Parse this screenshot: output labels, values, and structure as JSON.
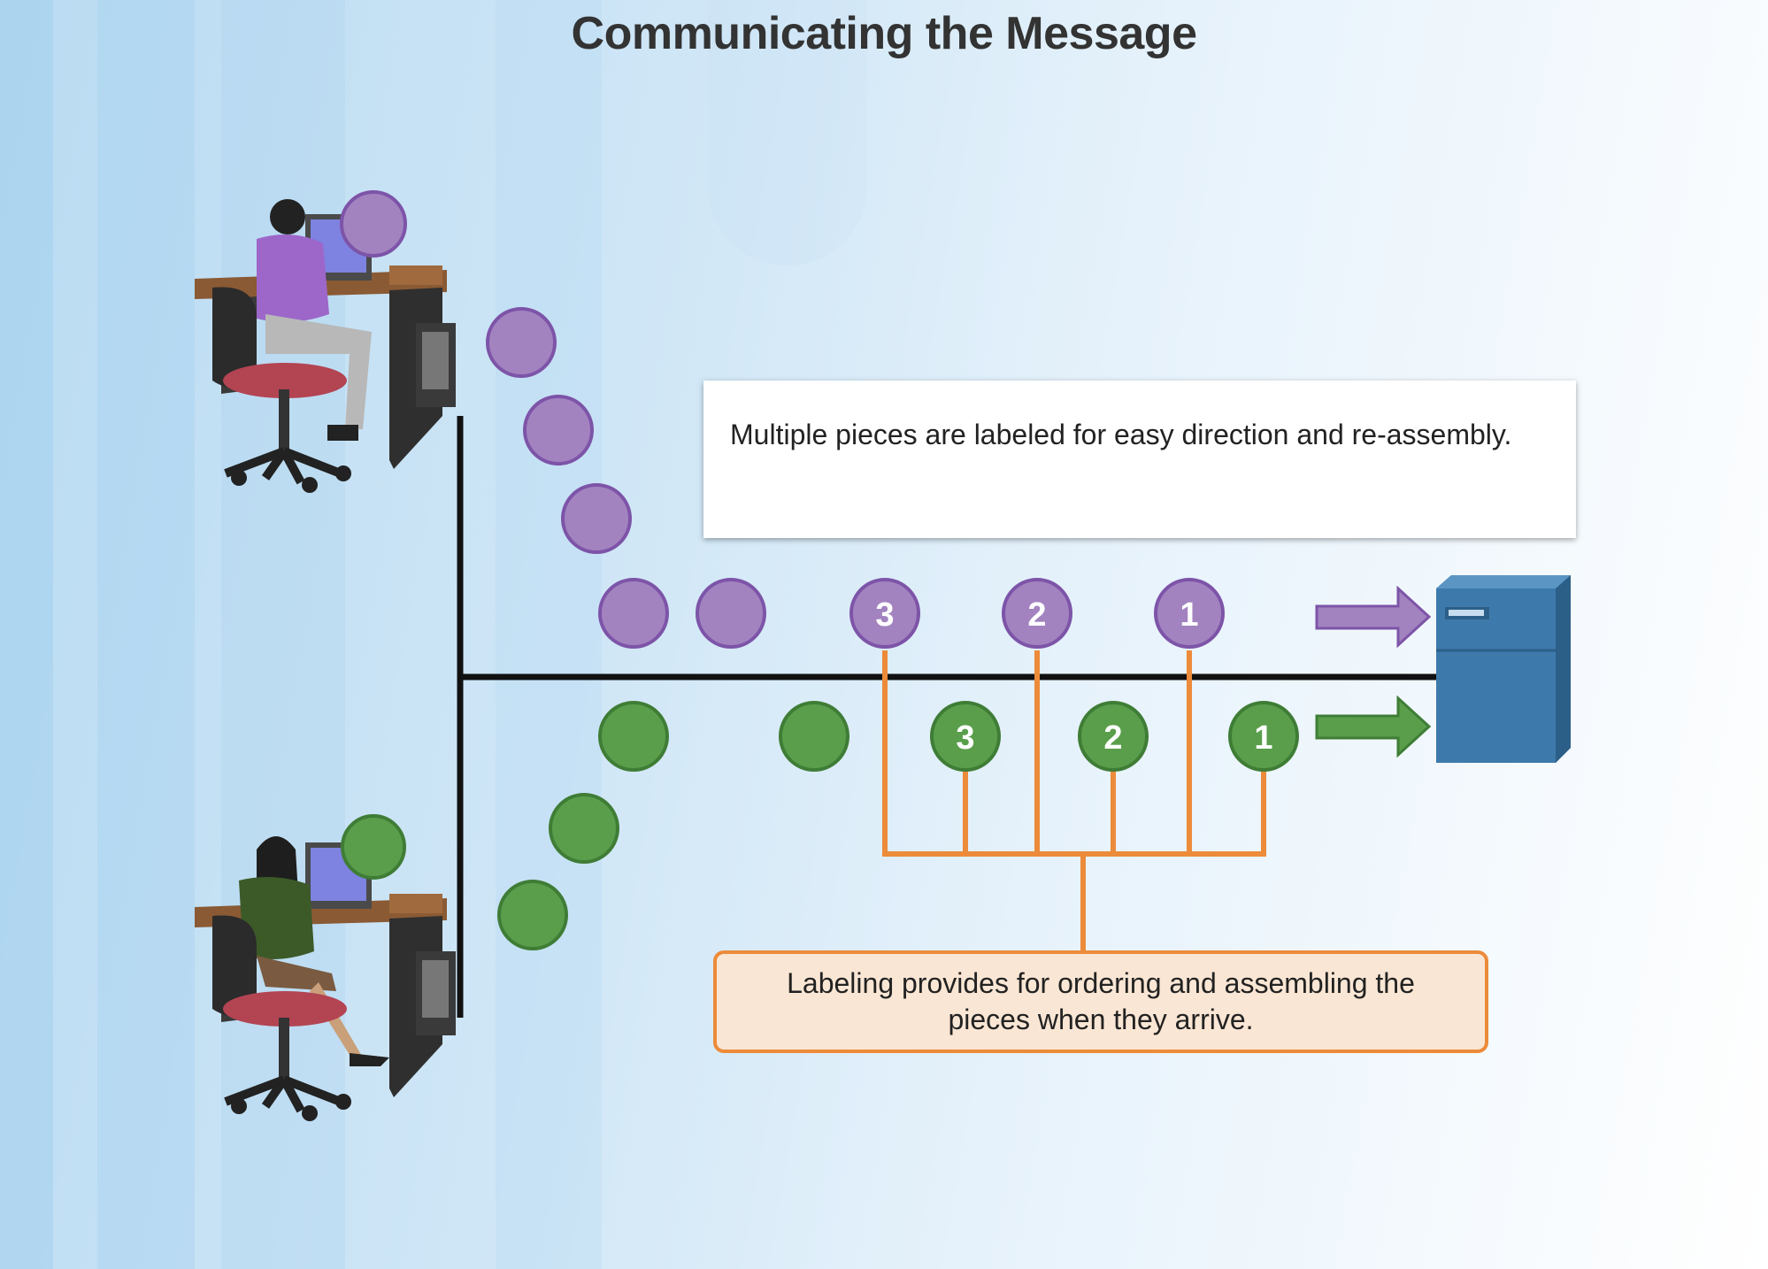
{
  "title": "Communicating the Message",
  "callout_top": "Multiple pieces are labeled for easy direction and re-assembly.",
  "callout_bottom": "Labeling provides for ordering and assembling the pieces when they arrive.",
  "purple_labels": [
    "3",
    "2",
    "1"
  ],
  "green_labels": [
    "3",
    "2",
    "1"
  ],
  "colors": {
    "purple": "#a283bf",
    "purple_stroke": "#7d54a8",
    "green": "#5a9e4b",
    "green_stroke": "#3f7d36",
    "orange": "#ec8b3a",
    "server": "#3d7aab"
  }
}
